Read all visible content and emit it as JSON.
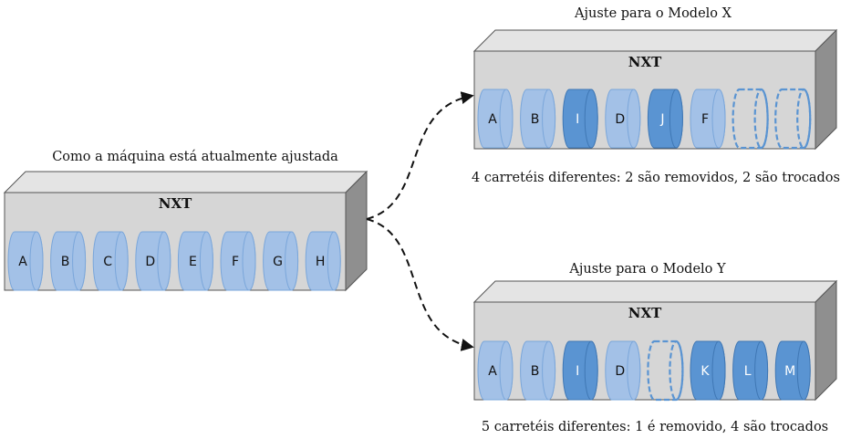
{
  "colors": {
    "machine_front": "#d6d6d6",
    "machine_top": "#e4e4e4",
    "machine_side": "#8f8f8f",
    "reel_light": "#a3c1e7",
    "reel_light_edge": "#7aa6da",
    "reel_dark": "#5a94d2",
    "reel_dark_edge": "#3f77b4",
    "empty_slot": "#5a94d2"
  },
  "current": {
    "caption": "Como a máquina está atualmente ajustada",
    "machine_title": "NXT",
    "reels": [
      {
        "label": "A",
        "state": "same"
      },
      {
        "label": "B",
        "state": "same"
      },
      {
        "label": "C",
        "state": "same"
      },
      {
        "label": "D",
        "state": "same"
      },
      {
        "label": "E",
        "state": "same"
      },
      {
        "label": "F",
        "state": "same"
      },
      {
        "label": "G",
        "state": "same"
      },
      {
        "label": "H",
        "state": "same"
      }
    ]
  },
  "model_x": {
    "title": "Ajuste para o Modelo X",
    "machine_title": "NXT",
    "caption": "4 carretéis diferentes: 2 são removidos, 2 são trocados",
    "reels": [
      {
        "label": "A",
        "state": "same"
      },
      {
        "label": "B",
        "state": "same"
      },
      {
        "label": "I",
        "state": "changed"
      },
      {
        "label": "D",
        "state": "same"
      },
      {
        "label": "J",
        "state": "changed"
      },
      {
        "label": "F",
        "state": "same"
      },
      {
        "label": "",
        "state": "removed"
      },
      {
        "label": "",
        "state": "removed"
      }
    ]
  },
  "model_y": {
    "title": "Ajuste para o Modelo Y",
    "machine_title": "NXT",
    "caption": "5 carretéis diferentes: 1 é removido, 4 são trocados",
    "reels": [
      {
        "label": "A",
        "state": "same"
      },
      {
        "label": "B",
        "state": "same"
      },
      {
        "label": "I",
        "state": "changed"
      },
      {
        "label": "D",
        "state": "same"
      },
      {
        "label": "",
        "state": "removed"
      },
      {
        "label": "K",
        "state": "changed"
      },
      {
        "label": "L",
        "state": "changed"
      },
      {
        "label": "M",
        "state": "changed"
      }
    ]
  }
}
